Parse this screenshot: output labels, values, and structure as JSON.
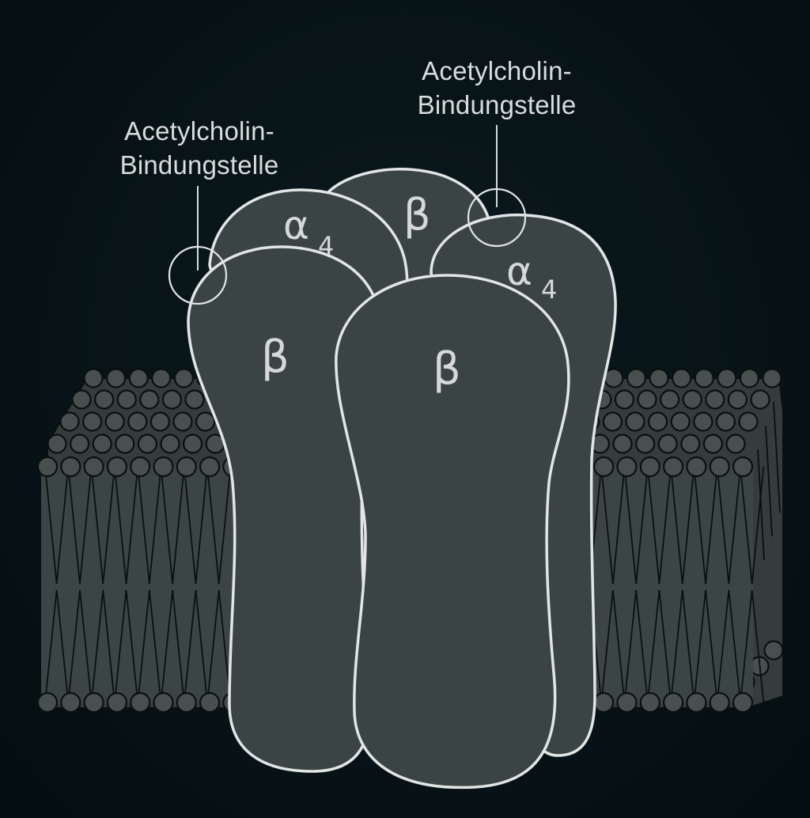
{
  "labels": {
    "binding_site_left_line1": "Acetylcholin-",
    "binding_site_left_line2": "Bindungstelle",
    "binding_site_right_line1": "Acetylcholin-",
    "binding_site_right_line2": "Bindungstelle"
  },
  "subunits": {
    "alpha_symbol": "α",
    "alpha_index": "4",
    "beta_symbol": "β"
  },
  "colors": {
    "background": "#061215",
    "subunit_fill": "#3b4444",
    "outline": "#e2e5e5",
    "membrane": "#3c4545",
    "lipid_outline": "#0b0f10"
  }
}
